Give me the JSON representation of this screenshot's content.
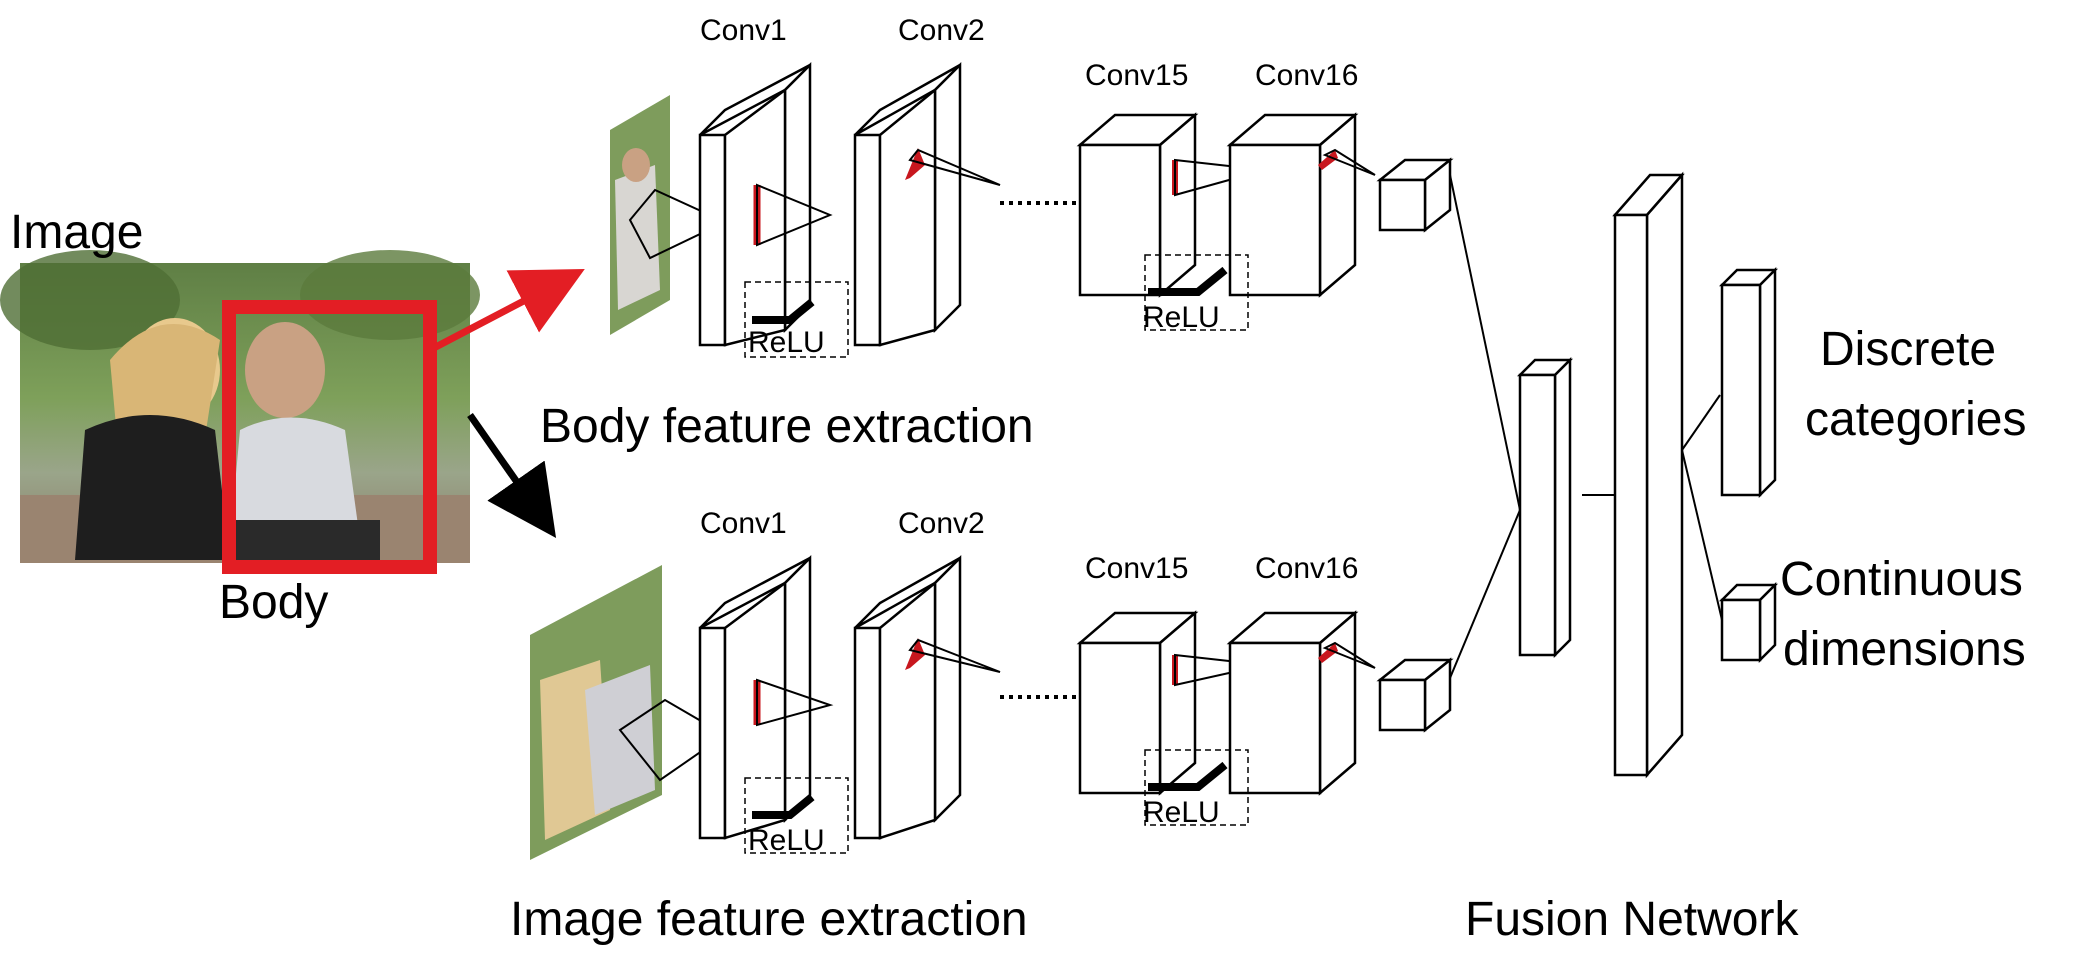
{
  "labels": {
    "image": "Image",
    "body": "Body",
    "body_stream_title": "Body feature extraction",
    "image_stream_title": "Image feature extraction",
    "fusion_title": "Fusion Network",
    "output_discrete_line1": "Discrete",
    "output_discrete_line2": "categories",
    "output_continuous_line1": "Continuous",
    "output_continuous_line2": "dimensions"
  },
  "streams": {
    "body": {
      "conv1": "Conv1",
      "conv2": "Conv2",
      "conv15": "Conv15",
      "conv16": "Conv16",
      "relu_a": "ReLU",
      "relu_b": "ReLU"
    },
    "image": {
      "conv1": "Conv1",
      "conv2": "Conv2",
      "conv15": "Conv15",
      "conv16": "Conv16",
      "relu_a": "ReLU",
      "relu_b": "ReLU"
    }
  },
  "colors": {
    "highlight_red": "#e31e24",
    "kernel_red": "#c8171e",
    "line_black": "#000000"
  },
  "icons": {
    "photo": "photo-of-two-women-icon",
    "arrow": "arrow-icon"
  }
}
